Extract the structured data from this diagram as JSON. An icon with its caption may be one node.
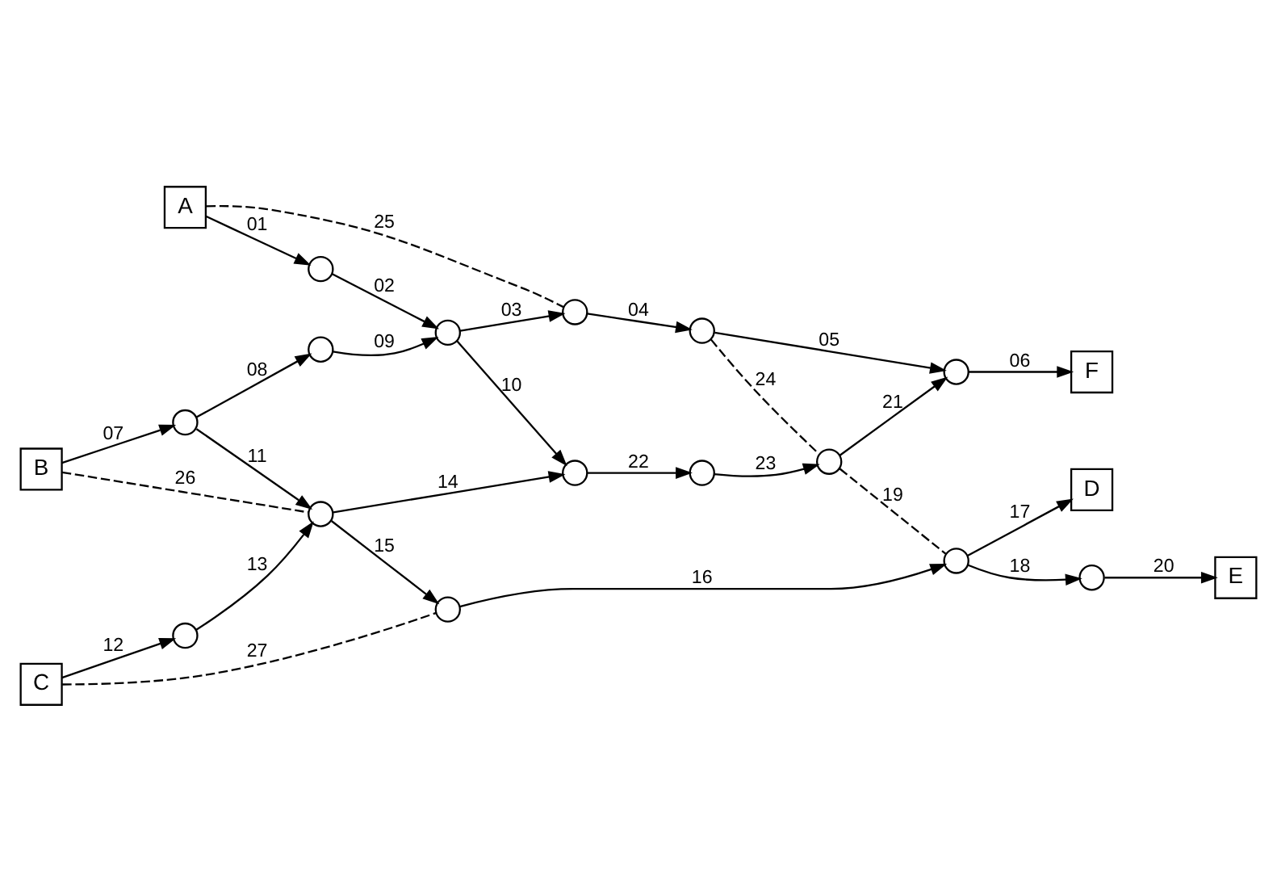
{
  "diagram": {
    "nodes": [
      {
        "text": [
          "F"
        ]
      },
      {
        "text": [
          "E"
        ]
      },
      {
        "text": [],
        "shape": "circle"
      },
      {
        "text": [],
        "shape": "circle"
      },
      {
        "text": [],
        "shape": "circle"
      },
      {
        "text": [
          "D"
        ]
      },
      {
        "text": [],
        "shape": "circle"
      },
      {
        "text": [],
        "shape": "circle"
      },
      {
        "text": [],
        "shape": "circle"
      },
      {
        "text": [],
        "shape": "circle"
      },
      {
        "text": [],
        "shape": "circle"
      },
      {
        "text": [
          "A"
        ]
      },
      {
        "text": [],
        "shape": "circle"
      },
      {
        "text": [],
        "shape": "circle"
      },
      {
        "text": [],
        "shape": "circle"
      },
      {
        "text": [],
        "shape": "circle"
      },
      {
        "text": [],
        "shape": "circle"
      },
      {
        "text": [],
        "shape": "circle"
      },
      {
        "text": [
          "C"
        ]
      },
      {
        "text": [],
        "shape": "circle"
      },
      {
        "text": [
          "B"
        ]
      }
    ],
    "edges": [
      {
        "from": 11,
        "to": 12,
        "arrow": "to",
        "label": "01"
      },
      {
        "from": 12,
        "to": 9,
        "arrow": "to",
        "label": "02"
      },
      {
        "from": 9,
        "to": 8,
        "arrow": "to",
        "label": "03"
      },
      {
        "from": 8,
        "to": 4,
        "arrow": "to",
        "label": "04"
      },
      {
        "from": 4,
        "to": 2,
        "arrow": "to",
        "label": "05"
      },
      {
        "from": 2,
        "to": 0,
        "arrow": "to",
        "label": "06"
      },
      {
        "from": 20,
        "to": 19,
        "arrow": "to",
        "label": "07"
      },
      {
        "from": 19,
        "to": 15,
        "arrow": "to",
        "label": "08"
      },
      {
        "from": 15,
        "to": 9,
        "arrow": "to",
        "label": "09"
      },
      {
        "from": 9,
        "to": 13,
        "arrow": "to",
        "label": "10"
      },
      {
        "from": 19,
        "to": 16,
        "arrow": "to",
        "label": "11"
      },
      {
        "from": 18,
        "to": 17,
        "arrow": "to",
        "label": "12"
      },
      {
        "from": 17,
        "to": 16,
        "arrow": "to",
        "label": "13"
      },
      {
        "from": 16,
        "to": 13,
        "arrow": "to",
        "label": "14"
      },
      {
        "from": 16,
        "to": 14,
        "arrow": "to",
        "label": "15"
      },
      {
        "from": 14,
        "to": 7,
        "arrow": "to",
        "label": "16"
      },
      {
        "from": 7,
        "to": 5,
        "arrow": "to",
        "label": "17"
      },
      {
        "from": 7,
        "to": 3,
        "arrow": "to",
        "label": "18"
      },
      {
        "from": 6,
        "to": 7,
        "arrow": "none",
        "label": "19",
        "style": "dashed"
      },
      {
        "from": 3,
        "to": 1,
        "arrow": "to",
        "label": "20"
      },
      {
        "from": 6,
        "to": 2,
        "arrow": "to",
        "label": "21"
      },
      {
        "from": 13,
        "to": 10,
        "arrow": "to",
        "label": "22"
      },
      {
        "from": 10,
        "to": 6,
        "arrow": "to",
        "label": "23"
      },
      {
        "from": 4,
        "to": 6,
        "arrow": "none",
        "label": "24",
        "style": "dashed"
      },
      {
        "from": 11,
        "to": 8,
        "arrow": "none",
        "label": "25",
        "style": "dashed"
      },
      {
        "from": 20,
        "to": 16,
        "arrow": "none",
        "label": "26",
        "style": "dashed"
      },
      {
        "from": 18,
        "to": 14,
        "arrow": "none",
        "label": "27",
        "style": "dashed"
      }
    ]
  }
}
